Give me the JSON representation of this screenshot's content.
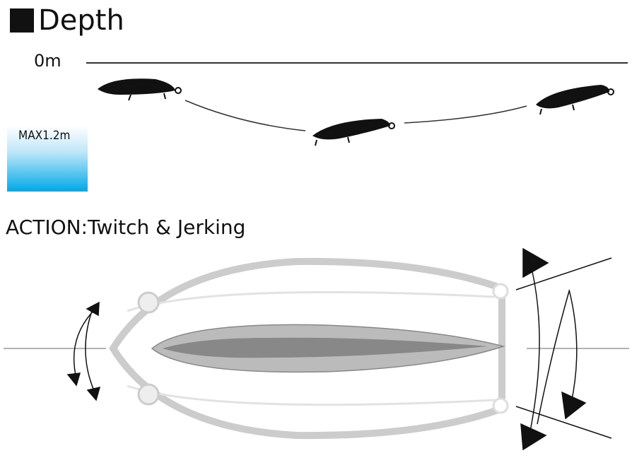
{
  "title": "Depth",
  "depth": {
    "surface_label": "0m",
    "max_label": "MAX1.2m"
  },
  "action_label": "ACTION:Twitch & Jerking",
  "colors": {
    "water_top": "#ffffff",
    "water_bottom": "#00a8e6"
  }
}
